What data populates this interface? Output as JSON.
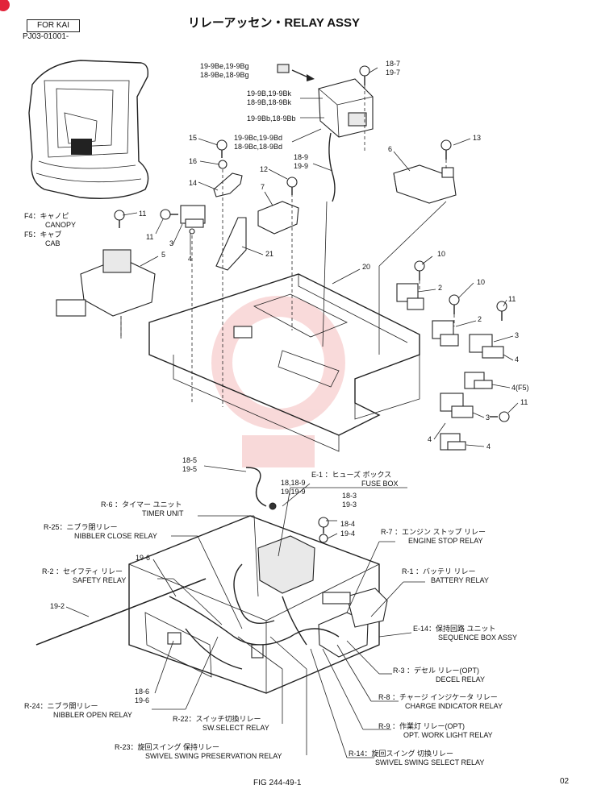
{
  "header": {
    "model_box": "FOR KAI",
    "serial": "PJ03-01001-",
    "title": "リレーアッセン・RELAY ASSY"
  },
  "footer": {
    "fig": "FIG 244-49-1",
    "page": "02"
  },
  "variants": {
    "f4": "F4：キャノピ",
    "f4_en": "CANOPY",
    "f5": "F5：キャブ",
    "f5_en": "CAB"
  },
  "callouts": {
    "c_19_9be": "19-9Be,19-9Bg",
    "c_18_9be": "18-9Be,18-9Bg",
    "c_19_9b": "19-9B,19-9Bk",
    "c_18_9b": "18-9B,18-9Bk",
    "c_19_9bb": "19-9Bb,18-9Bb",
    "c_19_9bc": "19-9Bc,19-9Bd",
    "c_18_9bc": "18-9Bc,18-9Bd",
    "c_18_9": "18-9",
    "c_19_9": "19-9",
    "c_18_7": "18-7",
    "c_19_7": "19-7",
    "c_13": "13",
    "c_6": "6",
    "c_15": "15",
    "c_16": "16",
    "c_14": "14",
    "c_12": "12",
    "c_7": "7",
    "c_11a": "11",
    "c_11b": "11",
    "c_3a": "3",
    "c_4a": "4",
    "c_5": "5",
    "c_21": "21",
    "c_20": "20",
    "c_10a": "10",
    "c_10b": "10",
    "c_2a": "2",
    "c_2b": "2",
    "c_11c": "11",
    "c_3b": "3",
    "c_4b": "4",
    "c_4f5": "4(F5)",
    "c_11d": "11",
    "c_3c": "3",
    "c_4c": "4",
    "c_4d": "4",
    "c_18_5": "18-5",
    "c_19_5": "19-5",
    "c_18_18_9": "18,18-9",
    "c_19_19_9": "19,19-9",
    "c_18_3": "18-3",
    "c_19_3": "19-3",
    "c_18_4": "18-4",
    "c_19_4": "19-4",
    "c_19_6a": "19-6",
    "c_19_2": "19-2",
    "c_18_6": "18-6",
    "c_19_6b": "19-6"
  },
  "components": {
    "e1_jp": "E-1 ：ヒューズ ボックス",
    "e1_en": "FUSE BOX",
    "r6_jp": "R-6 ：タイマー ユニット",
    "r6_en": "TIMER UNIT",
    "r25_jp": "R-25：ニブラ閉リレー",
    "r25_en": "NIBBLER CLOSE RELAY",
    "r2_jp": "R-2 ：セイフティ リレー",
    "r2_en": "SAFETY RELAY",
    "r7_jp": "R-7 ：エンジン ストップ リレー",
    "r7_en": "ENGINE STOP RELAY",
    "r1_jp": "R-1 ：バッテリ リレー",
    "r1_en": "BATTERY RELAY",
    "e14_jp": "E-14：保持回路 ユニット",
    "e14_en": "SEQUENCE BOX ASSY",
    "r3_jp": "R-3 ：デセル リレー(OPT)",
    "r3_en": "DECEL RELAY",
    "r8_jp": "R-8 ：チャージ インジケータ リレー",
    "r8_en": "CHARGE INDICATOR RELAY",
    "r9_jp": "R-9 ：作業灯 リレー(OPT)",
    "r9_en": "OPT. WORK LIGHT RELAY",
    "r14_jp": "R-14：旋回スイング 切換リレー",
    "r14_en": "SWIVEL SWING SELECT RELAY",
    "r24_jp": "R-24：ニブラ開リレー",
    "r24_en": "NIBBLER OPEN RELAY",
    "r22_jp": "R-22：スイッチ切換リレー",
    "r22_en": "SW.SELECT RELAY",
    "r23_jp": "R-23：旋回スイング 保持リレー",
    "r23_en": "SWIVEL SWING PRESERVATION RELAY"
  }
}
